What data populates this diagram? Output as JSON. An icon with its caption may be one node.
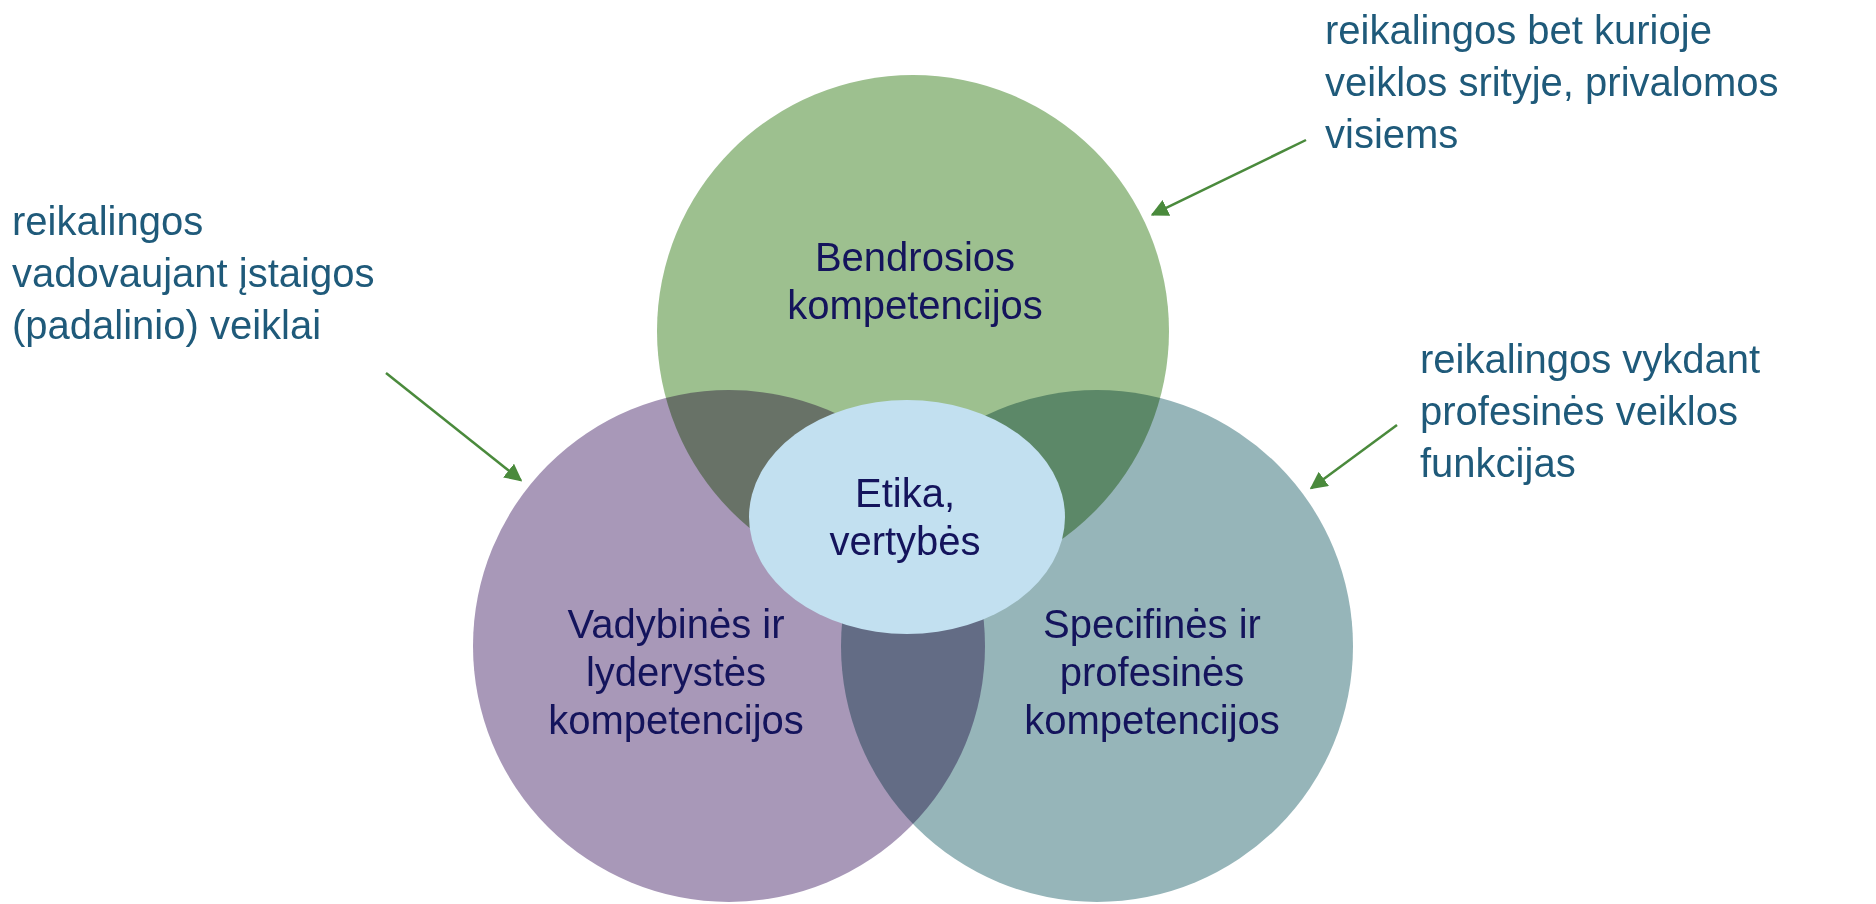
{
  "diagram": {
    "nodes": [
      {
        "text": [
          "Bendrosios kompetencijos"
        ]
      },
      {
        "text": [
          "Vadybinės ir lyderystės kompetencijos"
        ]
      },
      {
        "text": [
          "Specifinės ir profesinės kompetencijos"
        ]
      },
      {
        "text": [
          "Etika, vertybės"
        ]
      },
      {
        "text": [
          "reikalingos vadovaujant įstaigos (padalinio) veiklai"
        ]
      },
      {
        "text": [
          "reikalingos bet kurioje veiklos srityje, privalomos visiems"
        ]
      },
      {
        "text": [
          "reikalingos vykdant profesinės veiklos funkcijas"
        ]
      }
    ],
    "edges": [
      {
        "from": 4,
        "to": 1,
        "arrow": "to"
      },
      {
        "from": 5,
        "to": 0,
        "arrow": "to"
      },
      {
        "from": 6,
        "to": 2,
        "arrow": "to"
      }
    ]
  }
}
